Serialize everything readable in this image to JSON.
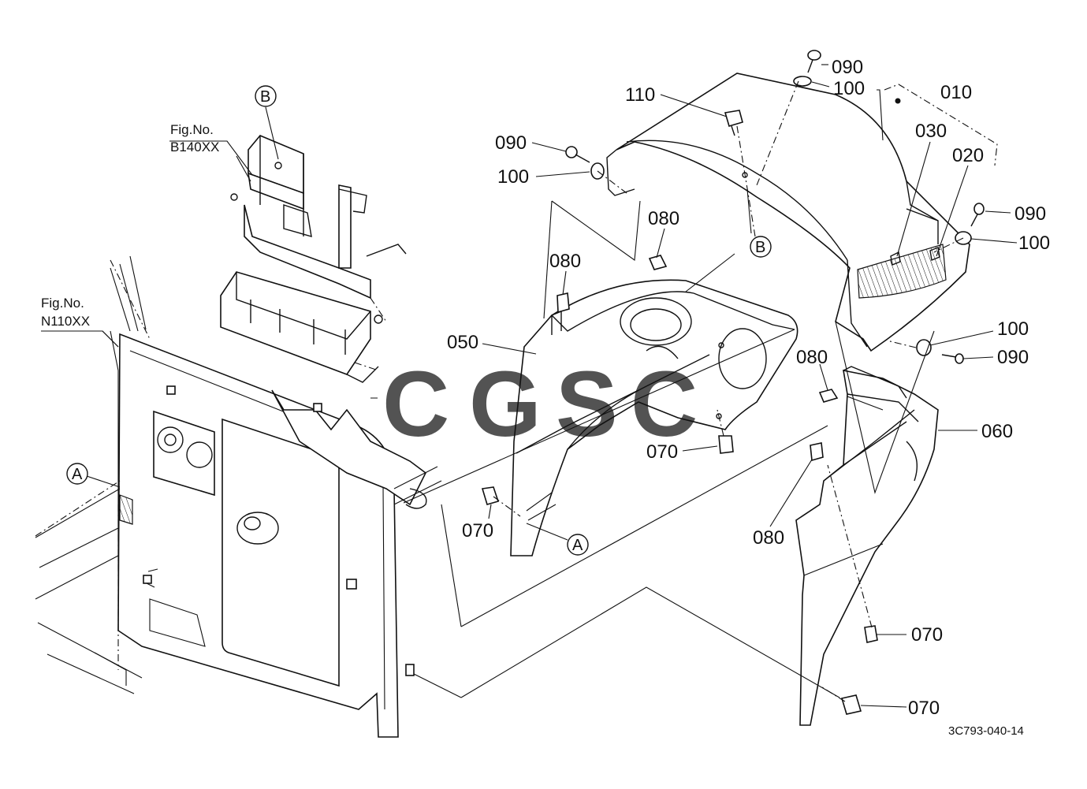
{
  "diagram": {
    "fig_refs": [
      {
        "prefix": "Fig.No.",
        "code": "B140XX"
      },
      {
        "prefix": "Fig.No.",
        "code": "N110XX"
      }
    ],
    "callouts": {
      "p110": "110",
      "p090_top": "090",
      "p100_top": "100",
      "p010": "010",
      "p030": "030",
      "p020": "020",
      "p090_left": "090",
      "p100_left": "100",
      "p080_a": "080",
      "p080_b": "080",
      "p050": "050",
      "p090_right": "090",
      "p100_right": "100",
      "p100_mid": "100",
      "p090_mid": "090",
      "p080_c": "080",
      "p060": "060",
      "p070_a": "070",
      "p070_b": "070",
      "p080_d": "080",
      "p070_c": "070",
      "p070_d": "070"
    },
    "circled_refs": {
      "b_top": "B",
      "b_mid": "B",
      "a_left": "A",
      "a_mid": "A"
    },
    "drawing_number": "3C793-040-14",
    "watermark": {
      "letters": [
        "C",
        "G",
        "S",
        "C"
      ],
      "colors": [
        "#4285F4",
        "#EA4335",
        "#FBBC05",
        "#34A853"
      ]
    }
  }
}
